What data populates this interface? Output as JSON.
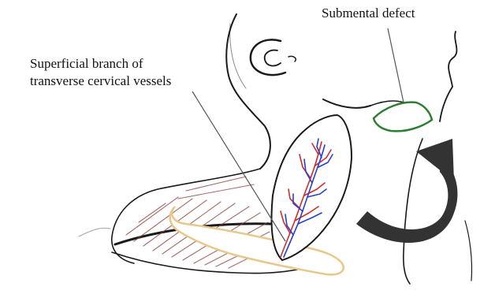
{
  "labels": {
    "submental_defect": "Submental defect",
    "superficial_line1": "Superficial branch of",
    "superficial_line2": "transverse cervical vessels"
  },
  "colors": {
    "outline": "#1a1a1a",
    "defect": "#2e7d32",
    "muscle": "#8b3a3a",
    "clavicle": "#e8c78a",
    "artery": "#d22b2b",
    "vein": "#2a3fd0",
    "arrow": "#333333",
    "pointer": "#555555"
  }
}
